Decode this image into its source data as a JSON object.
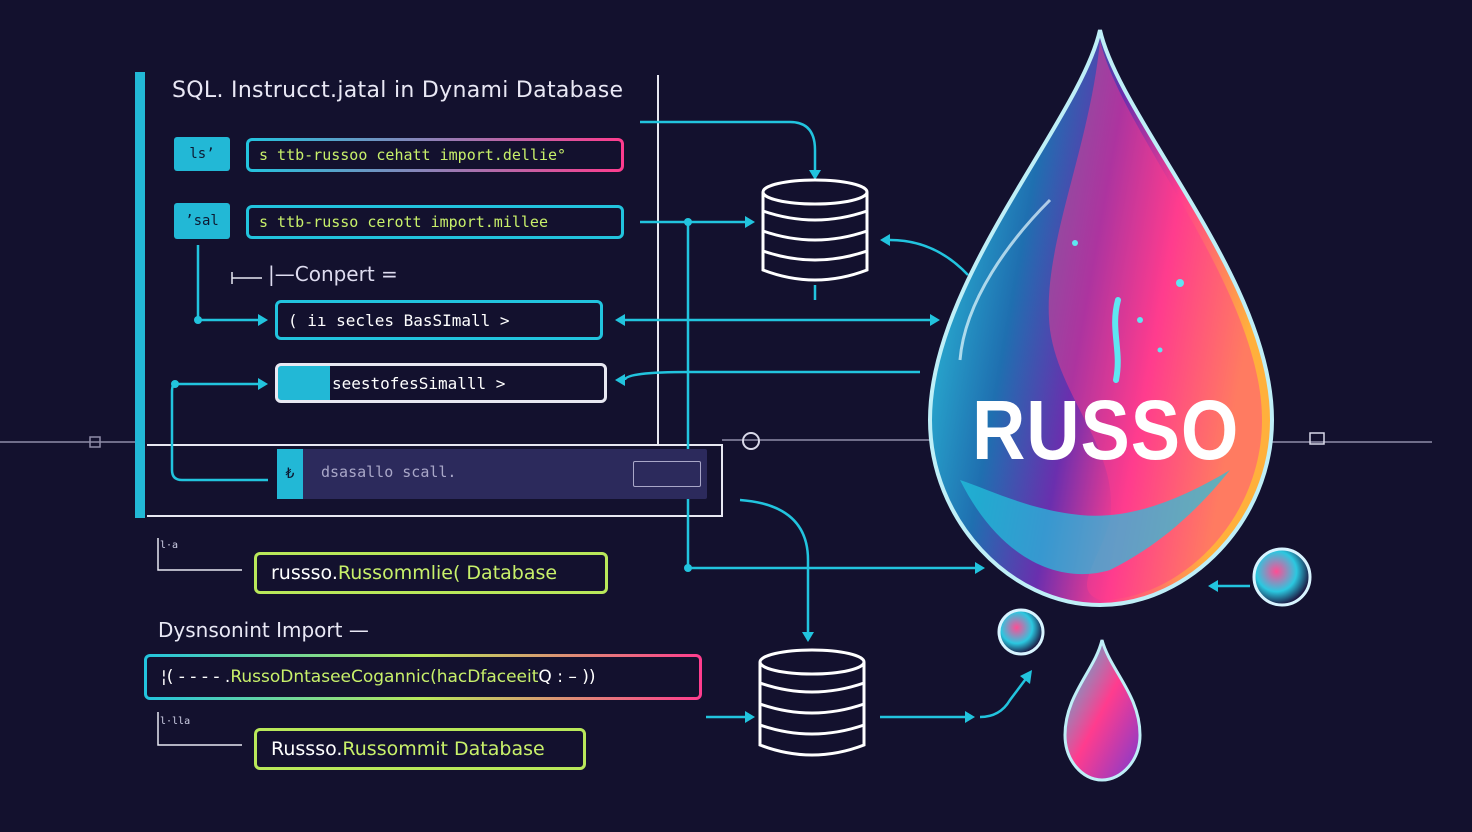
{
  "diagram": {
    "title": "SQL. Instrucct.jatal in Dynami Database",
    "query_rows": [
      {
        "tag": "lsʼ",
        "code": "s ttb-russoo cehatt import.dellie°"
      },
      {
        "tag": "’sal",
        "code": "s ttb-russo cerott import.millee"
      }
    ],
    "compart_label": "|—Conpert =",
    "select_rows": [
      {
        "code": "( iı secles BasSImall >"
      },
      {
        "code": "seestofesSimalll >"
      }
    ],
    "disabled_row": {
      "tag": "₺",
      "text": "dsasallo  scall."
    },
    "russo_line_1": {
      "prefix": "russso. ",
      "code": "Russommlie( Database"
    },
    "import_label": "Dysnsonint  Import —",
    "long_line": {
      "prefix": "¦( - - - - . ",
      "code": "RussoDntaseeCogannic(hacDfaceeit",
      "suffix": "Q : – ))"
    },
    "russo_line_2": {
      "prefix": "Russso. ",
      "code": "Russommit Database"
    },
    "side_marks": [
      "l·a",
      "l·lla"
    ],
    "brand": "RUSSO",
    "colors": {
      "background": "#13112e",
      "cyan": "#22c4de",
      "green": "#b9e85a",
      "pink": "#ff3c8e",
      "purple": "#6a2fae",
      "orange": "#ffb03c"
    }
  }
}
